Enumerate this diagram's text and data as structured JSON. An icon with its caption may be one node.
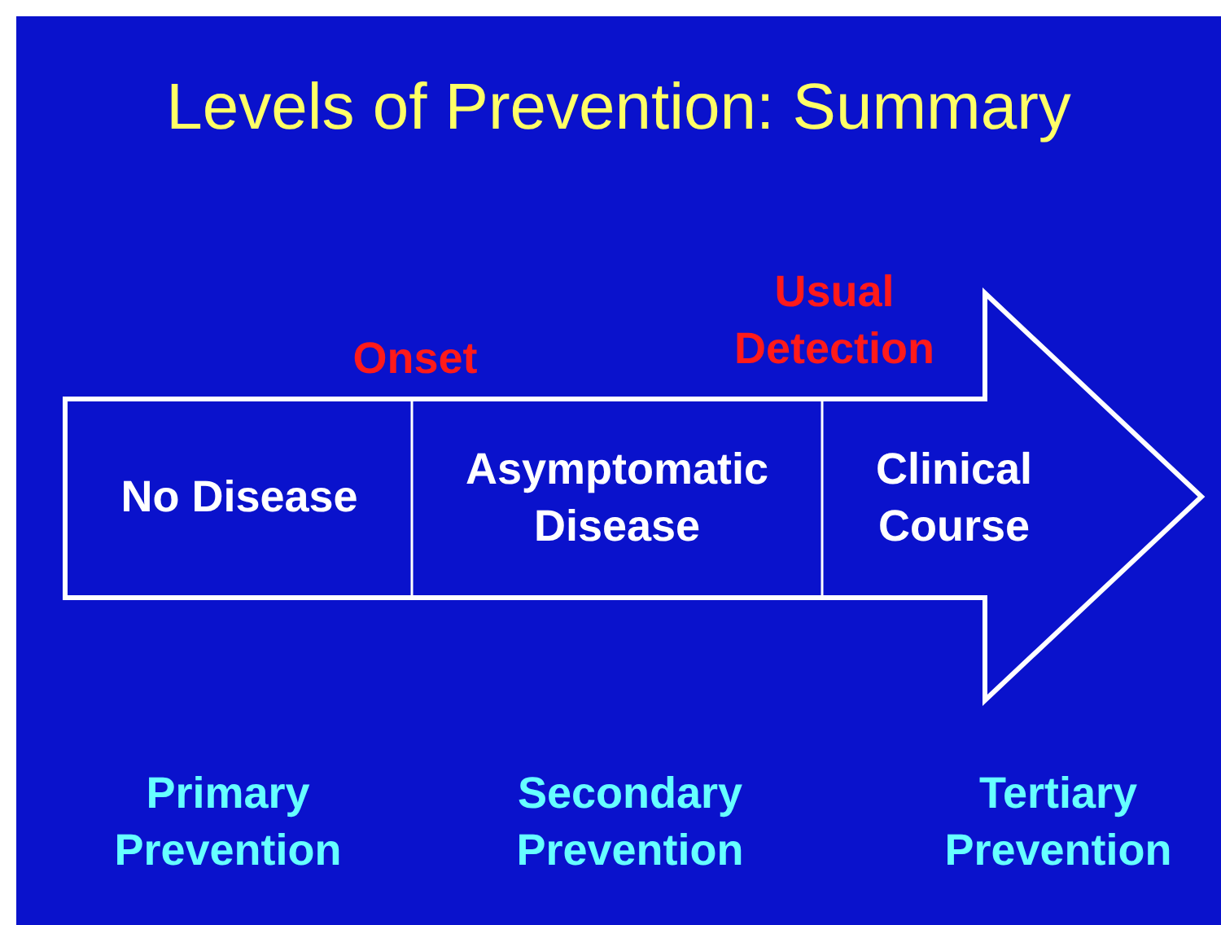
{
  "diagram": {
    "title": "Levels of Prevention: Summary",
    "nodes": [
      {
        "text": [
          "No Disease"
        ]
      },
      {
        "text": [
          "Asymptomatic Disease"
        ]
      },
      {
        "text": [
          "Clinical Course"
        ]
      }
    ],
    "labels": [
      "Usual Detection",
      "Onset",
      "Primary Prevention",
      "Secondary Prevention",
      "Tertiary Prevention"
    ]
  }
}
